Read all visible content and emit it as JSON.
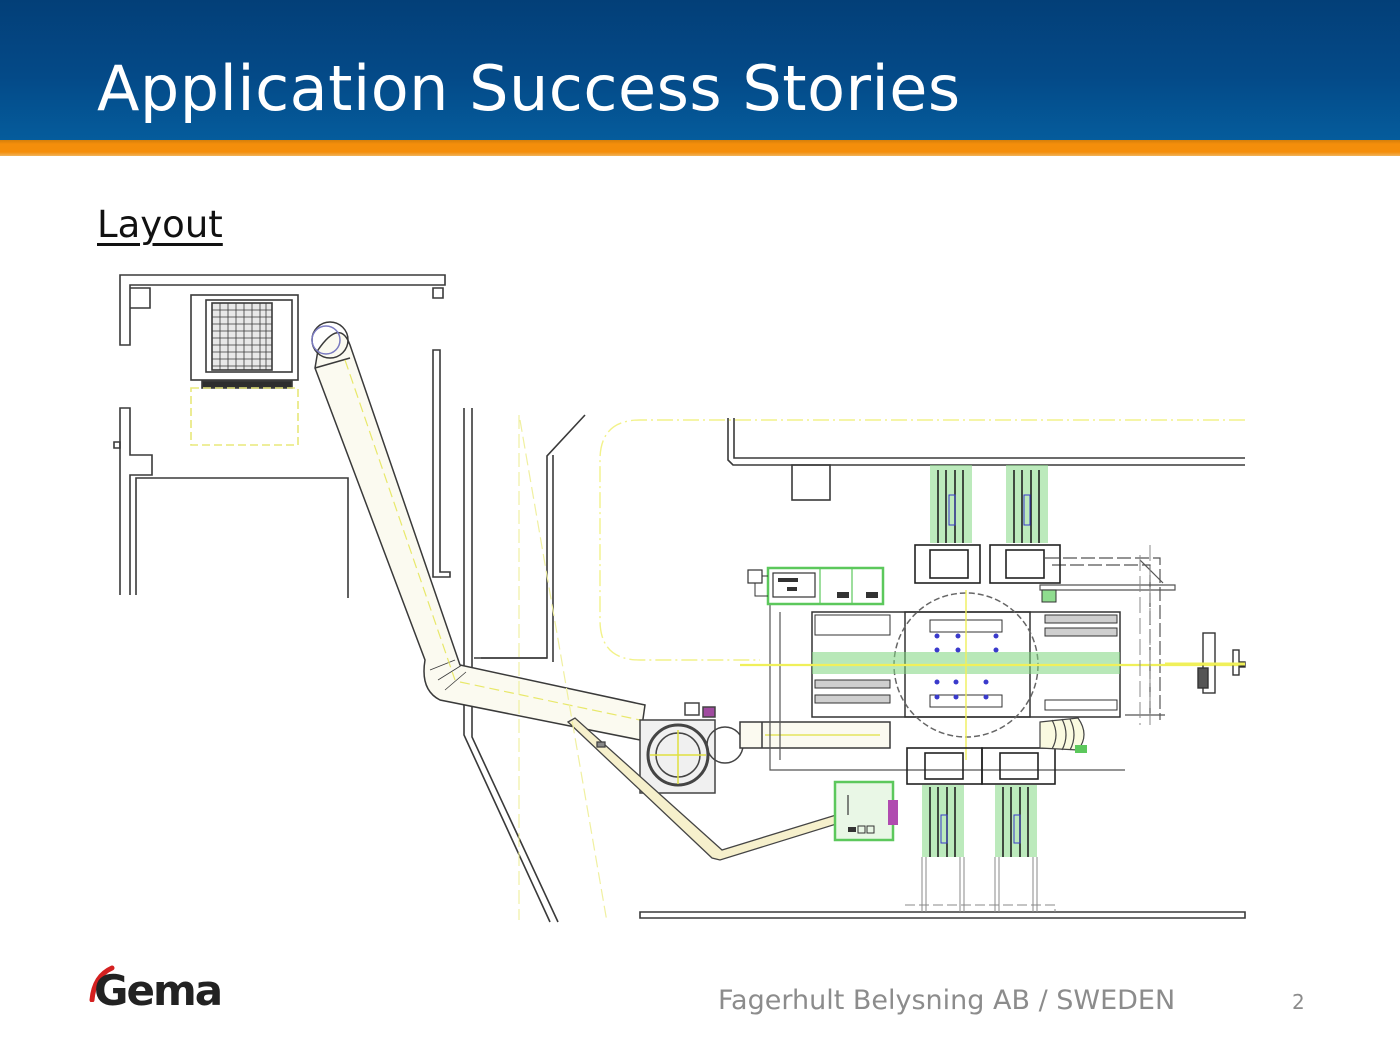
{
  "header": {
    "title": "Application Success Stories"
  },
  "section": {
    "title": "Layout"
  },
  "drawing": {
    "description": "Plant layout CAD drawing of powder coating booth installation with cyclone, ducting, control cabinets and conveyor",
    "colors": {
      "lines": "#3a3a3a",
      "yellow_axis": "#f2f26a",
      "green_equipment": "#5cc85c",
      "blue_labels": "#3a3acb",
      "duct_fill": "#f6f3dc",
      "purple_parts": "#b04bb0"
    }
  },
  "footer": {
    "logo_text": "Gema",
    "customer": "Fagerhult Belysning AB / SWEDEN",
    "page_number": "2"
  },
  "theme": {
    "header_blue": "#044a88",
    "accent_orange": "#f48e0b",
    "logo_red": "#d42020"
  }
}
